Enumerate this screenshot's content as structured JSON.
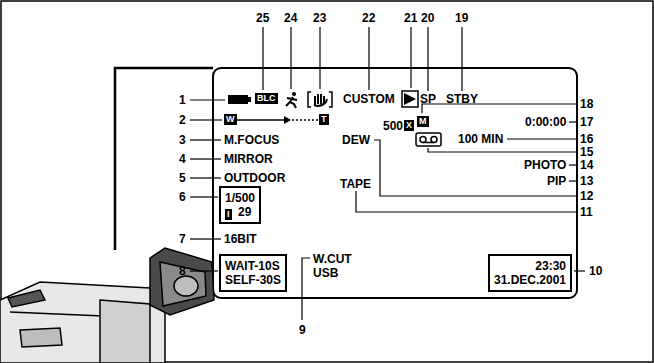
{
  "diagram": {
    "nodes": [
      {
        "text": [
          "BLC"
        ]
      },
      {
        "text": [
          "W"
        ]
      },
      {
        "text": [
          "T"
        ]
      },
      {
        "text": [
          "X"
        ]
      },
      {
        "text": [
          "M"
        ]
      },
      {
        "text": [
          "1/500",
          "29"
        ]
      },
      {
        "text": [
          "I"
        ],
        "in": 5
      },
      {
        "text": [
          "WAIT-10S",
          "SELF-30S"
        ]
      },
      {
        "text": [
          "23:30",
          "31.DEC.2001"
        ]
      }
    ],
    "labels": [
      "25",
      "24",
      "23",
      "22",
      "21",
      "20",
      "19",
      "1",
      "2",
      "3",
      "4",
      "5",
      "6",
      "7",
      "8",
      "9",
      "18",
      "17",
      "16",
      "15",
      "14",
      "13",
      "12",
      "11",
      "10",
      "CUSTOM",
      "SP",
      "STBY",
      "500",
      "0:00:00",
      "100 MIN",
      "DEW",
      "PHOTO",
      "PIP",
      "TAPE",
      "M.FOCUS",
      "MIRROR",
      "OUTDOOR",
      "16BIT",
      "W.CUT",
      "USB"
    ]
  }
}
